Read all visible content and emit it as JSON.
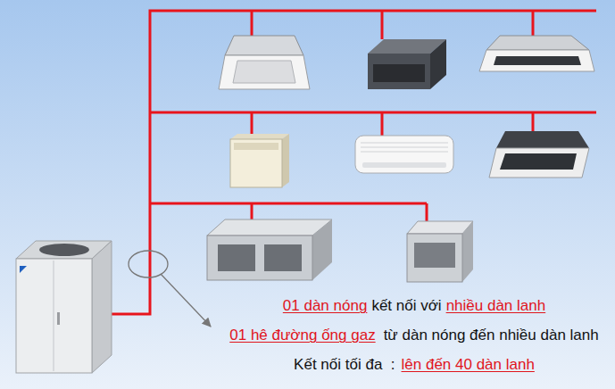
{
  "diagram": {
    "labels": [
      "01 dàn nóng",
      "kết nối với",
      "nhiều dàn lanh",
      "01 hê đường ống gaz",
      "từ dàn nóng đến nhiều dàn lanh",
      "Kết nối tối đa  :",
      "lên đến 40 dàn lanh"
    ]
  }
}
